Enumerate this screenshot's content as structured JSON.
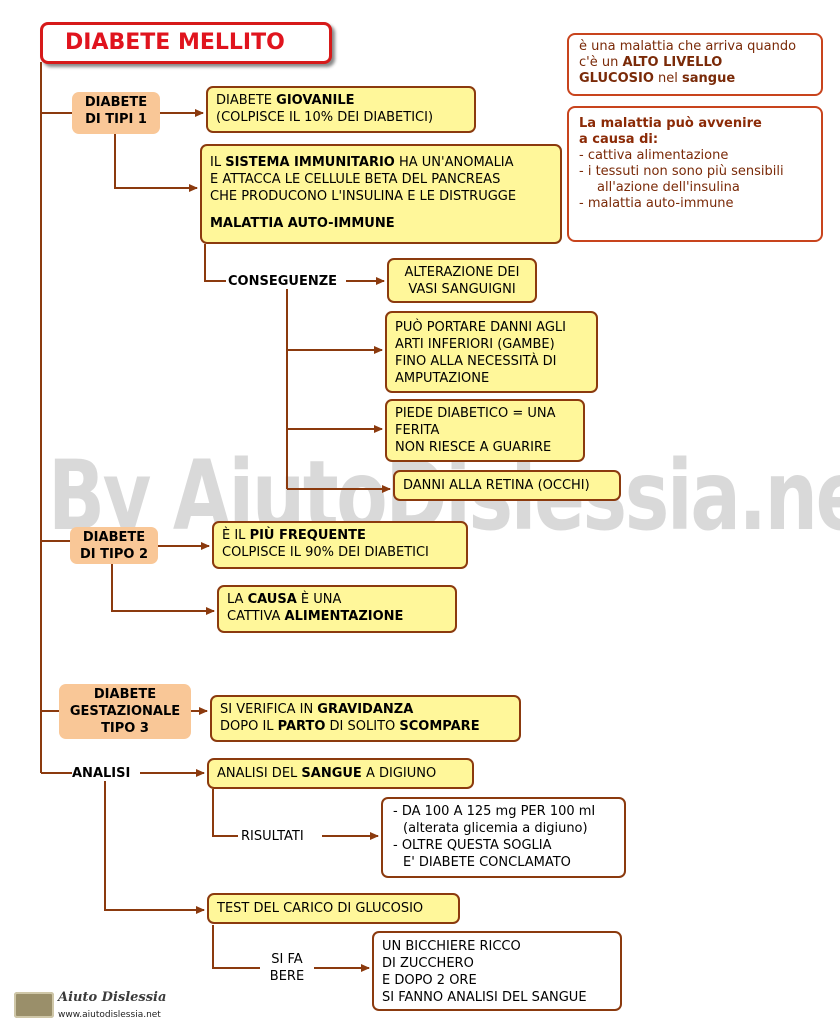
{
  "title": "DIABETE MELLITO",
  "definition": {
    "line1": "è una malattia che arriva quando",
    "line2_pre": "c'è un ",
    "line2_bold": "ALTO LIVELLO",
    "line3_bold1": "GLUCOSIO",
    "line3_mid": " nel ",
    "line3_bold2": "sangue"
  },
  "causes": {
    "heading1": "La malattia può avvenire",
    "heading2": "a causa di:",
    "items": [
      "- cattiva alimentazione",
      "- i tessuti non sono più sensibili",
      "all'azione dell'insulina",
      "- malattia auto-immune"
    ]
  },
  "type1": {
    "category": [
      "DIABETE",
      "DI TIPI 1"
    ],
    "giovanile_pre": "DIABETE ",
    "giovanile_bold": "GIOVANILE",
    "giovanile_line2": "(COLPISCE IL 10% DEI DIABETICI)",
    "immune_pre": "IL ",
    "immune_bold": "SISTEMA IMMUNITARIO",
    "immune_post": " HA UN'ANOMALIA",
    "immune_line2": "E ATTACCA LE CELLULE BETA DEL PANCREAS",
    "immune_line3": "CHE PRODUCONO L'INSULINA E LE DISTRUGGE",
    "immune_line4": "MALATTIA AUTO-IMMUNE",
    "conseguenze": "CONSEGUENZE",
    "cons1": [
      "ALTERAZIONE DEI",
      "VASI SANGUIGNI"
    ],
    "cons2": [
      "PUÒ PORTARE DANNI AGLI",
      "ARTI INFERIORI (GAMBE)",
      "FINO ALLA NECESSITÀ DI",
      "AMPUTAZIONE"
    ],
    "cons3": [
      "PIEDE DIABETICO = UNA",
      "FERITA",
      "NON RIESCE A GUARIRE"
    ],
    "cons4": "DANNI ALLA RETINA (OCCHI)"
  },
  "type2": {
    "category": [
      "DIABETE",
      "DI TIPO 2"
    ],
    "freq_pre": "È IL ",
    "freq_bold": "PIÙ FREQUENTE",
    "freq_line2": "COLPISCE IL 90% DEI DIABETICI",
    "causa_pre": "LA ",
    "causa_bold": "CAUSA",
    "causa_post": " È UNA",
    "causa_line2_pre": "CATTIVA ",
    "causa_line2_bold": "ALIMENTAZIONE"
  },
  "gestational": {
    "category": [
      "DIABETE",
      "GESTAZIONALE",
      "TIPO 3"
    ],
    "l1_pre": "SI VERIFICA IN ",
    "l1_bold": "GRAVIDANZA",
    "l2_pre": "DOPO IL ",
    "l2_bold1": "PARTO",
    "l2_mid": " DI SOLITO ",
    "l2_bold2": "SCOMPARE"
  },
  "analisi": {
    "label": "ANALISI",
    "sangue_pre": "ANALISI DEL ",
    "sangue_bold": "SANGUE",
    "sangue_post": " A DIGIUNO",
    "risultati": "RISULTATI",
    "results": [
      "- DA 100 A 125 mg PER 100 mI",
      "(alterata glicemia a digiuno)",
      "- OLTRE QUESTA SOGLIA",
      "E' DIABETE CONCLAMATO"
    ],
    "test": "TEST DEL CARICO DI GLUCOSIO",
    "si_fa_bere": [
      "SI FA",
      "BERE"
    ],
    "bere_box": [
      "UN BICCHIERE RICCO",
      "DI ZUCCHERO",
      "E DOPO 2 ORE",
      "SI FANNO ANALISI DEL SANGUE"
    ]
  },
  "watermark": "By AiutoDislessia.net",
  "footer": {
    "logo_text": "Aiuto Dislessia",
    "url": "www.aiutodislessia.net"
  },
  "colors": {
    "connector": "#8b3a0e",
    "yellow_box": "#fff79a",
    "category_fill": "#f9c797",
    "title_red": "#e0141e"
  }
}
